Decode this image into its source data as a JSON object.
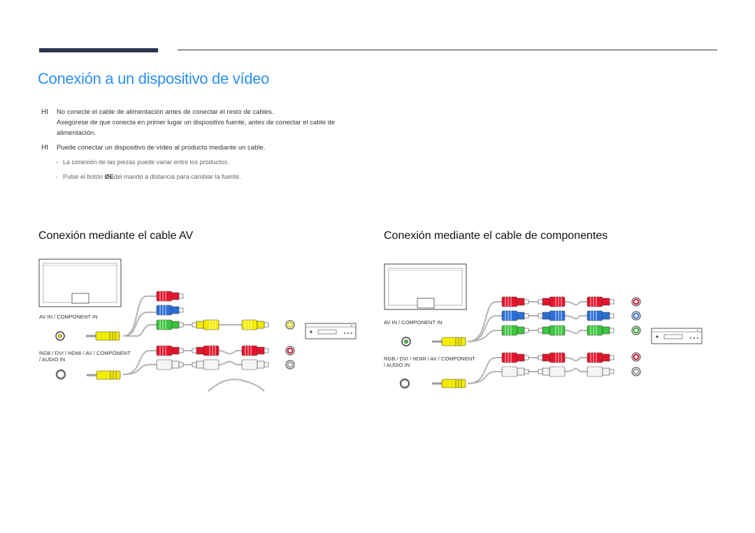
{
  "page": {
    "title": "Conexión a un dispositivo de vídeo",
    "notes": [
      {
        "marker": "Ht",
        "lines": [
          "No conecte el cable de alimentación antes de conectar el resto de cables.",
          "Asegúrese de que conecta en primer lugar un dispositivo fuente, antes de conectar el cable de alimentación."
        ]
      },
      {
        "marker": "Ht",
        "lines": [
          "Puede conectar un dispositivo de vídeo al producto mediante un cable."
        ]
      }
    ],
    "sub_notes": [
      {
        "dash": "-",
        "text": "La conexión de las piezas puede variar entre los productos."
      },
      {
        "dash": "-",
        "text_before": "Pulse el botón",
        "button": "ØE",
        "text_after": "del mando a distancia para cambiar la fuente."
      }
    ]
  },
  "sections": {
    "av": {
      "title": "Conexión mediante el cable AV",
      "port_av_in": "AV IN / COMPONENT IN",
      "port_audio_in_line1": "RGB / DVI / HDMI / AV / COMPONENT",
      "port_audio_in_line2": "/ AUDIO IN"
    },
    "component": {
      "title": "Conexión mediante el cable de componentes",
      "port_av_in": "AV IN / COMPONENT IN",
      "port_audio_in_line1": "RGB / DVI / HDMI / AV / COMPONENT",
      "port_audio_in_line2": "/ AUDIO IN"
    }
  },
  "colors": {
    "accent_blue": "#2b8ff0",
    "bar_dark": "#2b3450",
    "plug_red": "#e8132a",
    "plug_blue": "#2a6fd8",
    "plug_green": "#3cc63c",
    "plug_yellow": "#f3ec00",
    "plug_white": "#f4f4f4",
    "cable_gray": "#b3b3b3"
  }
}
